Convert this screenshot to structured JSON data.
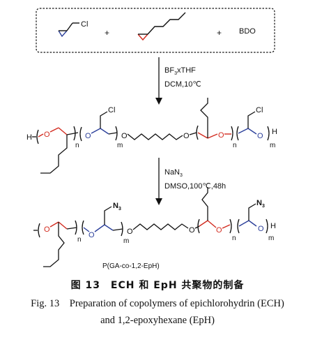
{
  "reactants": {
    "ech_sub": "Cl",
    "plus": "+",
    "bdo": "BDO"
  },
  "step1": {
    "reagent_main": "BF",
    "reagent_sub": "3",
    "reagent_tail": "xTHF",
    "conditions": "DCM,10℃"
  },
  "polymer1": {
    "end_h": "H",
    "o": "O",
    "n": "n",
    "m": "m",
    "cl": "Cl"
  },
  "step2": {
    "reagent_main": "NaN",
    "reagent_sub": "3",
    "conditions": "DMSO,100℃,48h"
  },
  "polymer2": {
    "n3_main": "N",
    "n3_sub": "3",
    "end_h": "H",
    "o": "O",
    "n": "n",
    "m": "m"
  },
  "product_label": "P(GA-co-1,2-EpH)",
  "caption": {
    "cn": "图 13　ECH 和 EpH 共聚物的制备",
    "en_line1": "Fig. 13　Preparation of copolymers of epichlorohydrin (ECH)",
    "en_line2": "and 1,2-epoxyhexane (EpH)"
  },
  "colors": {
    "ech_blue": "#2b3f9a",
    "eph_red": "#d22a1e",
    "ink": "#111111"
  }
}
